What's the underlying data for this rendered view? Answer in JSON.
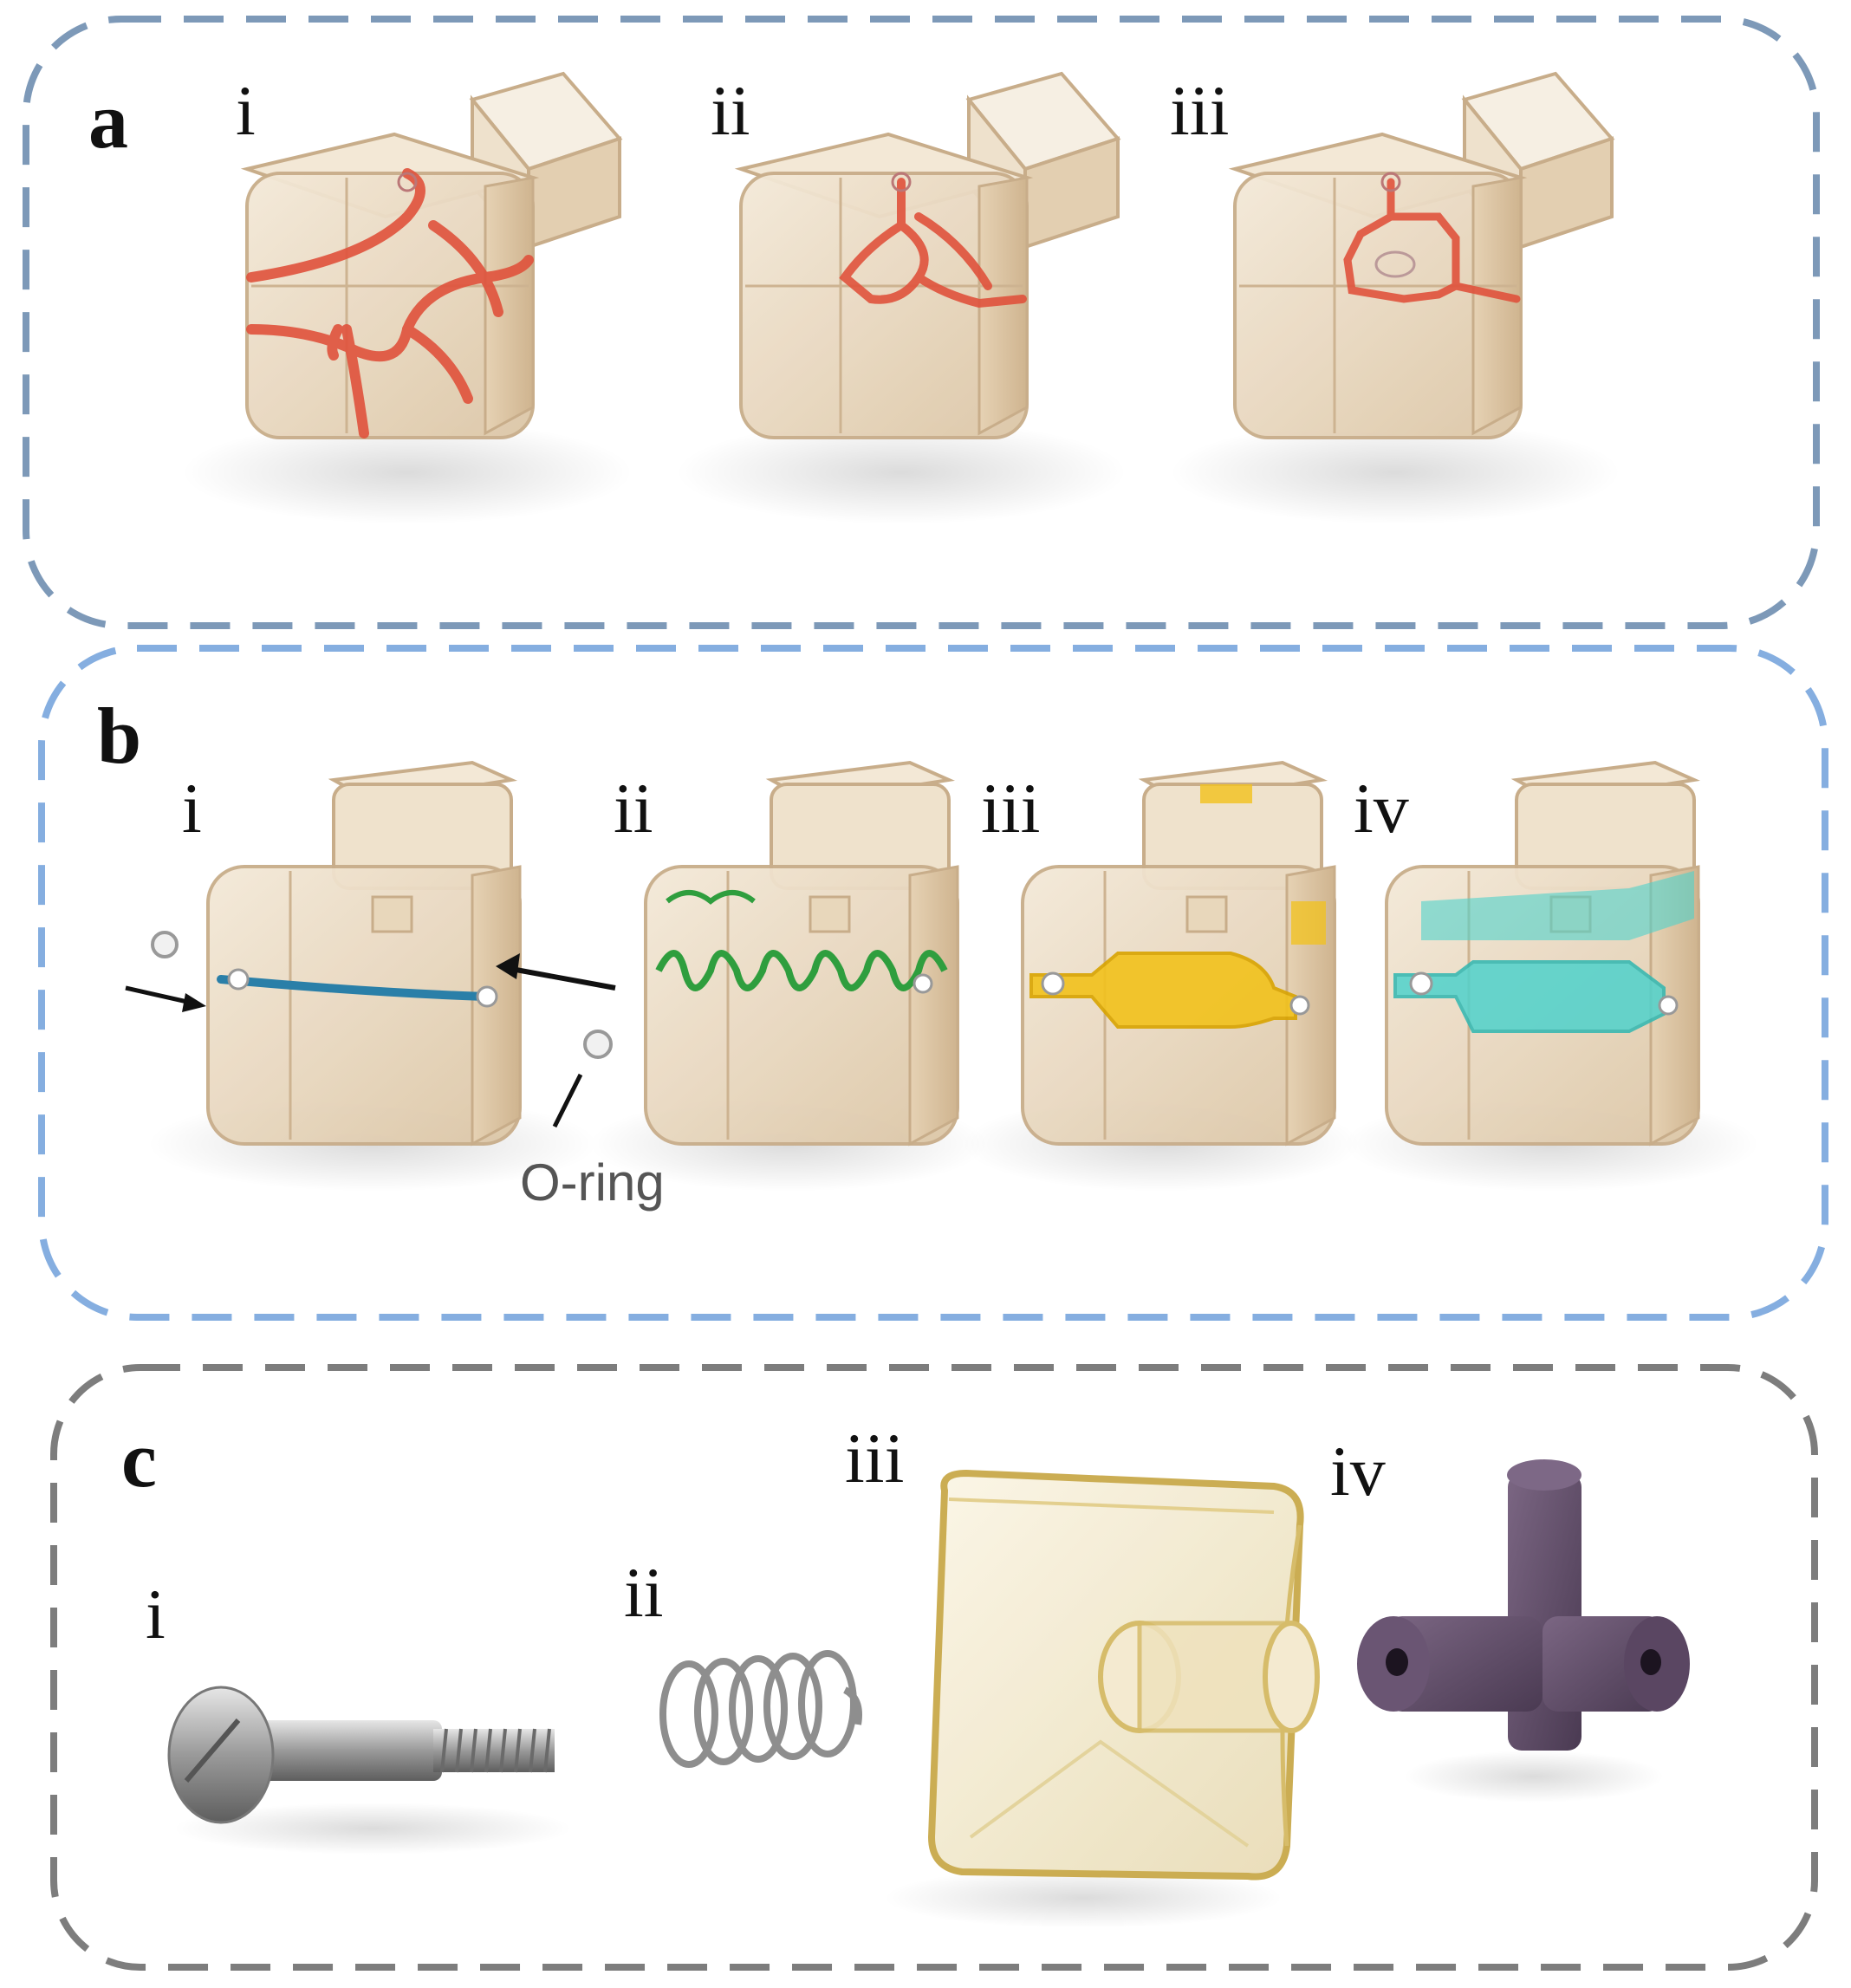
{
  "panels": {
    "a": {
      "letter": "a",
      "items": [
        {
          "label": "i",
          "channel_color": "#e0523c"
        },
        {
          "label": "ii",
          "channel_color": "#e0523c"
        },
        {
          "label": "iii",
          "channel_color": "#e0523c"
        }
      ],
      "border_color": "#7d99b8"
    },
    "b": {
      "letter": "b",
      "items": [
        {
          "label": "i",
          "channel_color": "#2a7fa8"
        },
        {
          "label": "ii",
          "channel_color": "#2f9e3e"
        },
        {
          "label": "iii",
          "channel_color": "#f2c21c"
        },
        {
          "label": "iv",
          "channel_color": "#4fd2cc"
        }
      ],
      "annotation": "O-ring",
      "border_color": "#85aee0"
    },
    "c": {
      "letter": "c",
      "items": [
        {
          "label": "i",
          "part": "screw-icon"
        },
        {
          "label": "ii",
          "part": "spring-icon"
        },
        {
          "label": "iii",
          "part": "housing-icon"
        },
        {
          "label": "iv",
          "part": "cross-connector-icon"
        }
      ],
      "border_color": "#7d7d7d"
    }
  },
  "colors": {
    "cube_fill": "#ead9c0",
    "cube_edge": "#c8ad8a",
    "cube_top": "#f3e8d6",
    "connector": "#5e4a66",
    "metal": "#a9a9a9"
  }
}
